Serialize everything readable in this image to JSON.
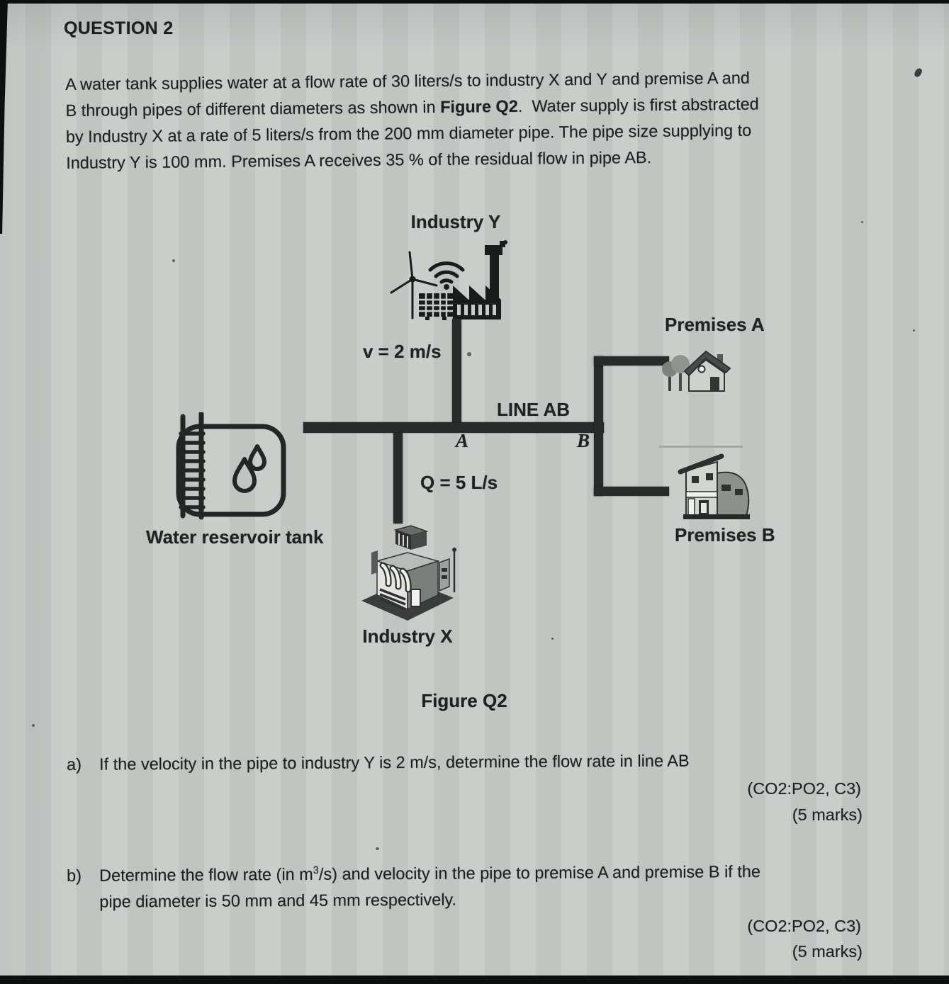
{
  "colors": {
    "page_bg": "#c7cbc8",
    "ink": "#1d1f20",
    "pipe": "#282b2a"
  },
  "header": {
    "title": "QUESTION 2"
  },
  "intro": {
    "line1": "A water tank supplies water at a flow rate of 30 liters/s to industry X and Y and premise A and",
    "line2_pre": "B through pipes of different diameters as shown in ",
    "line2_bold": "Figure Q2",
    "line2_post": ".  Water supply is first abstracted",
    "line3": "by Industry X at a rate of 5 liters/s from the 200 mm diameter pipe. The pipe size supplying to",
    "line4": "Industry Y is 100 mm. Premises A receives 35 % of the residual flow in pipe AB."
  },
  "figure": {
    "caption": "Figure Q2",
    "industry_y_label": "Industry Y",
    "industry_x_label": "Industry X",
    "premises_a_label": "Premises A",
    "premises_b_label": "Premises B",
    "tank_label": "Water reservoir tank",
    "line_ab_label": "LINE AB",
    "node_a": "A",
    "node_b": "B",
    "velocity_label": "v = 2 m/s",
    "flow_label": "Q = 5 L/s"
  },
  "question_a": {
    "id": "a)",
    "text": "If the velocity in the pipe to industry Y is 2 m/s, determine the flow rate in line AB",
    "outcome": "(CO2:PO2, C3)",
    "marks": "(5 marks)"
  },
  "question_b": {
    "id": "b)",
    "line1_pre": "Determine the flow rate (in m",
    "line1_sup": "3",
    "line1_post": "/s) and velocity in the pipe to premise A and premise B if the",
    "line2": "pipe diameter is 50 mm and 45 mm respectively.",
    "outcome": "(CO2:PO2, C3)",
    "marks": "(5 marks)"
  }
}
